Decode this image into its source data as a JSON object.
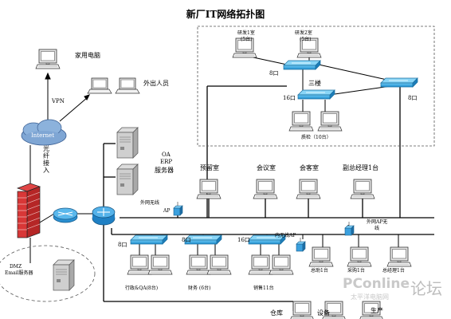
{
  "title": "新厂IT网络拓扑图",
  "remote": {
    "home_pc": "家用电脑",
    "vpn": "VPN",
    "travelers": "外出人员",
    "internet": "Internet",
    "fiber": [
      "光",
      "纤",
      "接",
      "入"
    ]
  },
  "third_floor": {
    "rd_room1": "研发1室",
    "rd_room1_count": "(5台)",
    "rd_room2": "研发2室",
    "rd_room2_count": "(5台)",
    "switch_top_ports": "8口",
    "floor_name": "三楼",
    "switch_left_ports": "16口",
    "switch_right_ports": "8口",
    "test_room": "质检（10台）"
  },
  "servers": {
    "oa": "OA",
    "erp": "ERP",
    "server_label": "服务器",
    "dmz": "DMZ",
    "email": "Email服务器"
  },
  "rooms": {
    "reserved": "预留室",
    "meeting": "会议室",
    "reception": "会客室",
    "deputy_gm": "副总经理1台"
  },
  "wireless": {
    "external_ap": "外网无线",
    "external_ap2": "AP",
    "internal_ap": "内无线AP",
    "external_ap_right": "外网AP无",
    "external_ap_right2": "线"
  },
  "departments": {
    "sw1_ports": "8口",
    "sw2_ports": "8口",
    "sw3_ports": "16口",
    "admin": "行政&QA(8台)",
    "finance": "财务 (6台)",
    "sales": "销售11台",
    "gm_assistant": "总助1台",
    "purchasing": "采购1台",
    "gm": "总经理1台",
    "warehouse": "仓库",
    "equipment": "设备",
    "production": "生产"
  },
  "watermark": {
    "brand": "PConline",
    "side": "论坛",
    "sub": "太平洋电脑网"
  }
}
